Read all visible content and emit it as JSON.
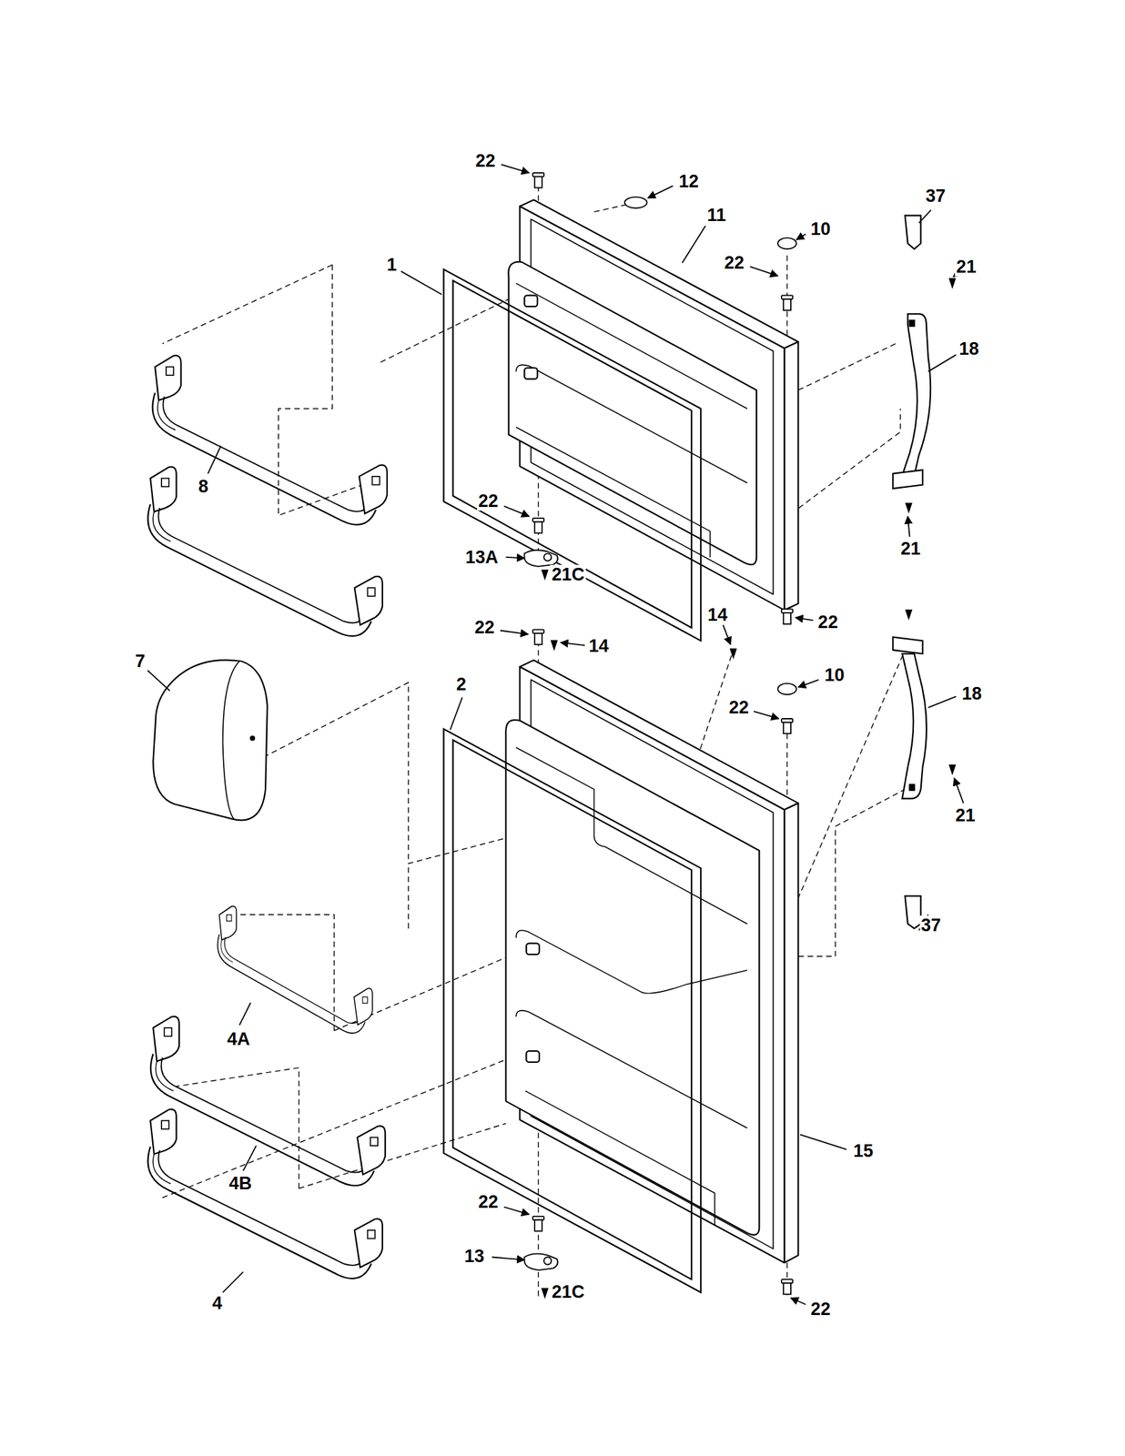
{
  "diagram": {
    "labels": [
      "22",
      "12",
      "11",
      "10",
      "37",
      "1",
      "22",
      "21",
      "18",
      "8",
      "22",
      "13A",
      "21",
      "21C",
      "14",
      "22",
      "14",
      "22",
      "7",
      "2",
      "10",
      "18",
      "22",
      "21",
      "37",
      "4A",
      "15",
      "4B",
      "22",
      "13",
      "21C",
      "22",
      "4"
    ]
  }
}
